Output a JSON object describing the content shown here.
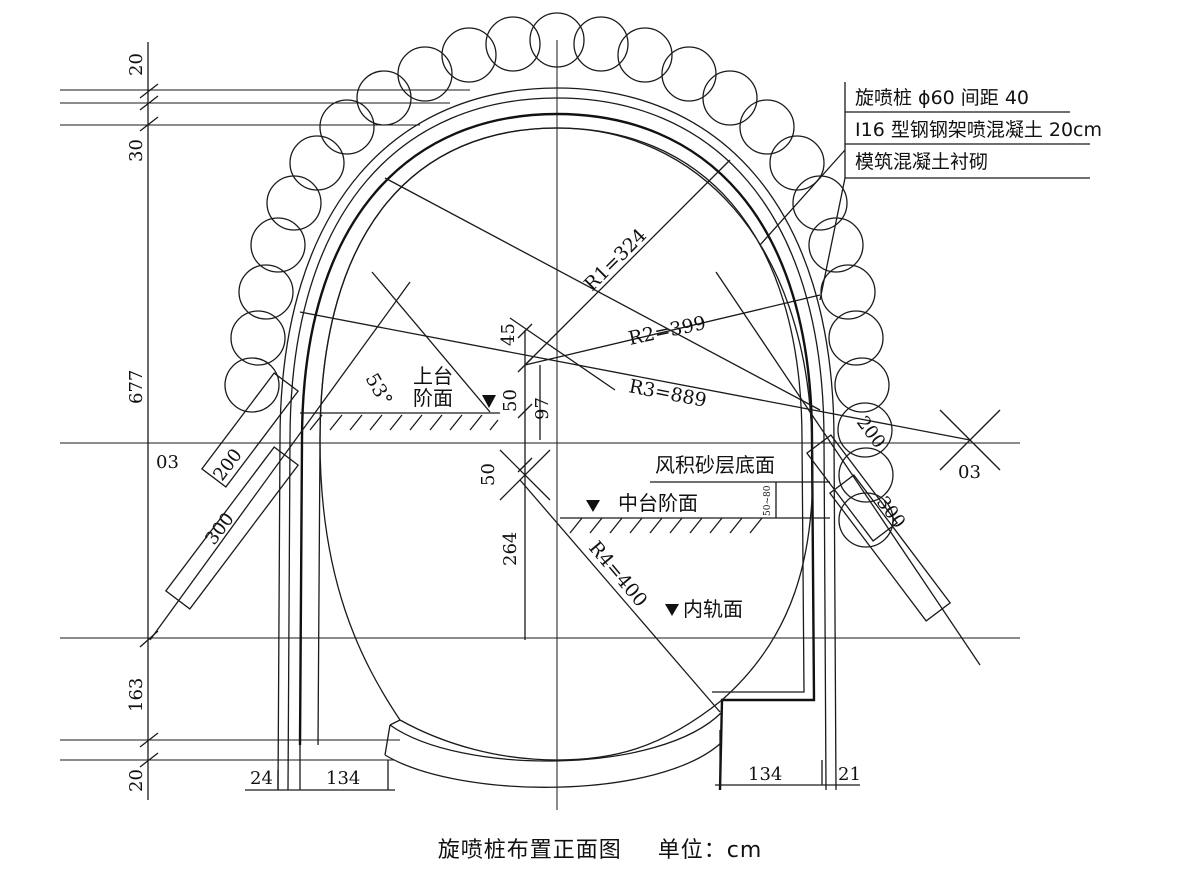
{
  "caption": {
    "title": "旋喷桩布置正面图",
    "unit": "单位：cm"
  },
  "legend": {
    "pile": "旋喷桩 ϕ60 间距 40",
    "support": "I16 型钢钢架喷混凝土 20cm",
    "lining": "模筑混凝土衬砌"
  },
  "radii": {
    "r1": "R1=324",
    "r2": "R2=399",
    "r3": "R3=889",
    "r4": "R4=400"
  },
  "stages": {
    "upper_1": "上台",
    "upper_2": "阶面",
    "middle": "中台阶面",
    "rail": "内轨面",
    "sand": "风积砂层底面"
  },
  "angle": "53°",
  "dims": {
    "left_top": "20",
    "left_second": "30",
    "left_main": "677",
    "left_lower": "163",
    "left_bottom": "20",
    "c45": "45",
    "c50a": "50",
    "c97": "97",
    "c50b": "50",
    "c264": "264",
    "bot_24": "24",
    "bot_134a": "134",
    "bot_134b": "134",
    "bot_21": "21",
    "left_rect_inner": "200",
    "left_rect_outer": "300",
    "right_rect_inner": "200",
    "right_rect_outer": "300",
    "small_gap": "50~80"
  },
  "markers": {
    "left": "03",
    "right": "03"
  }
}
